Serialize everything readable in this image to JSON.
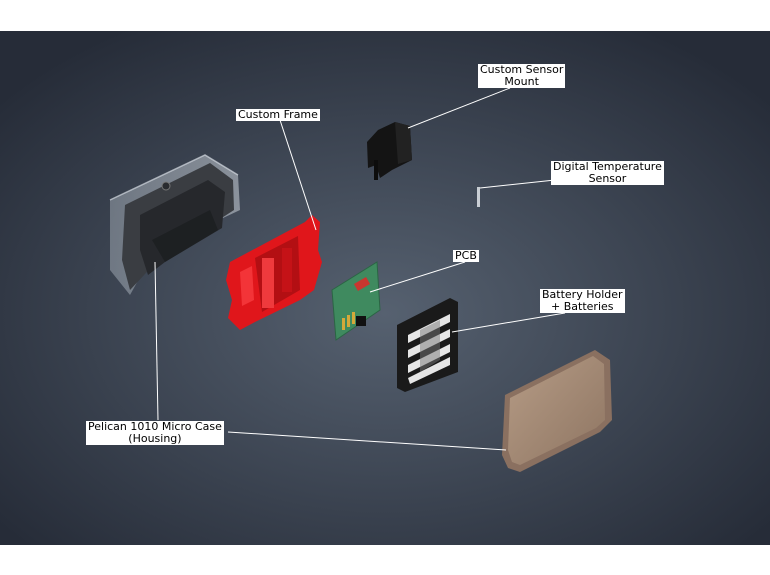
{
  "labels": {
    "sensor_mount": {
      "line1": "Custom Sensor",
      "line2": "Mount"
    },
    "frame": "Custom Frame",
    "temp_sensor": {
      "line1": "Digital Temperature",
      "line2": "Sensor"
    },
    "pcb": "PCB",
    "battery": {
      "line1": "Battery Holder",
      "line2": "+ Batteries"
    },
    "case": {
      "line1": "Pelican 1010 Micro Case",
      "line2": "(Housing)"
    }
  },
  "colors": {
    "background_center": "#566170",
    "background_edge": "#262c38",
    "frame": "#e0161b",
    "pcb": "#3f8a5f",
    "lid": "#a98f7a",
    "case_body": "#3a3d42",
    "mount": "#141414",
    "battery_holder": "#1a1a1a"
  }
}
